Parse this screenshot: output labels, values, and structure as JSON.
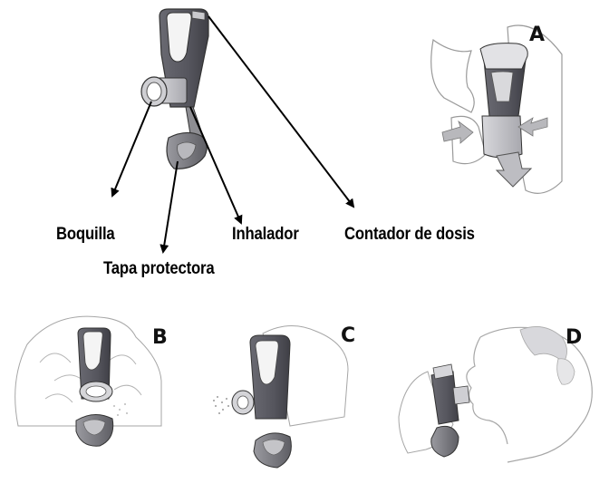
{
  "labels": {
    "mouthpiece": "Boquilla",
    "protective_cap": "Tapa protectora",
    "inhaler": "Inhalador",
    "dose_counter": "Contador de dosis"
  },
  "steps": [
    "A",
    "B",
    "C",
    "D"
  ],
  "colors": {
    "inhaler_body": "#5b5b63",
    "inhaler_light": "#d4d4d8",
    "cap": "#7a7a80",
    "skin_line": "#9a9a9a",
    "arrow": "#000000"
  }
}
